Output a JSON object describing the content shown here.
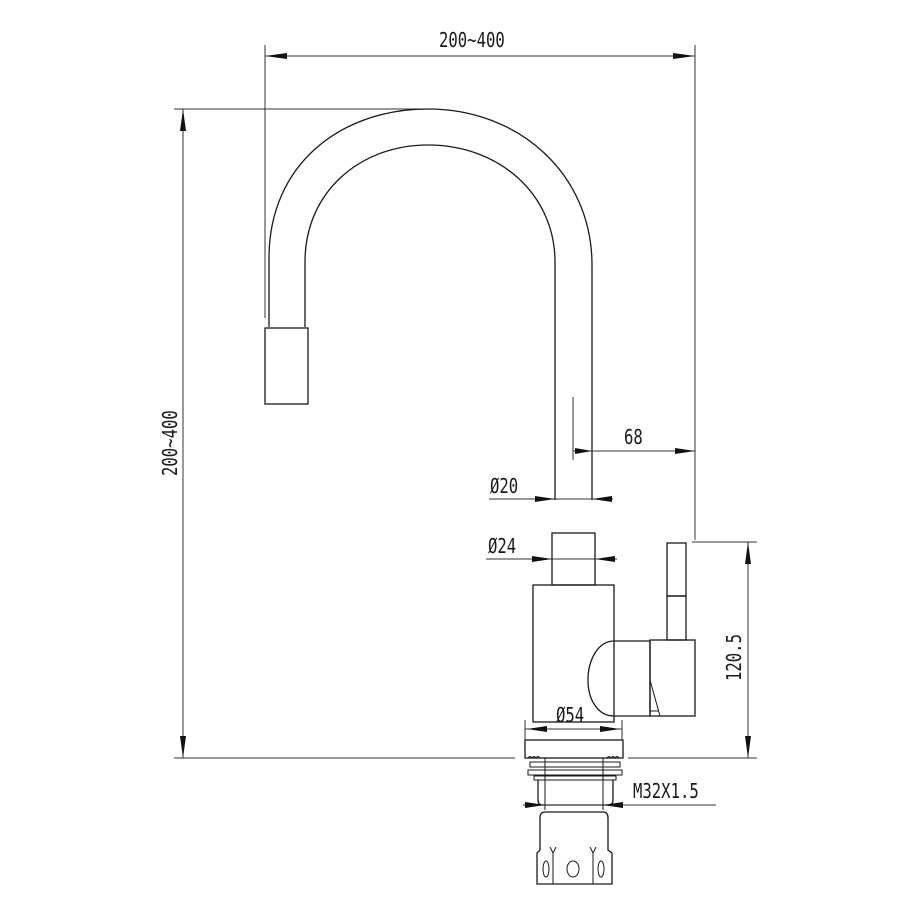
{
  "drawing": {
    "title": "Kitchen faucet dimension drawing",
    "line_color": "#1a1a1a",
    "background": "#ffffff"
  },
  "dimensions": {
    "spout_reach": "200~400",
    "spout_height": "200~400",
    "handle_offset": "68",
    "spout_tube_diameter": "Ø20",
    "neck_diameter": "Ø24",
    "body_diameter": "Ø54",
    "body_height": "120.5",
    "thread": "M32X1.5"
  }
}
